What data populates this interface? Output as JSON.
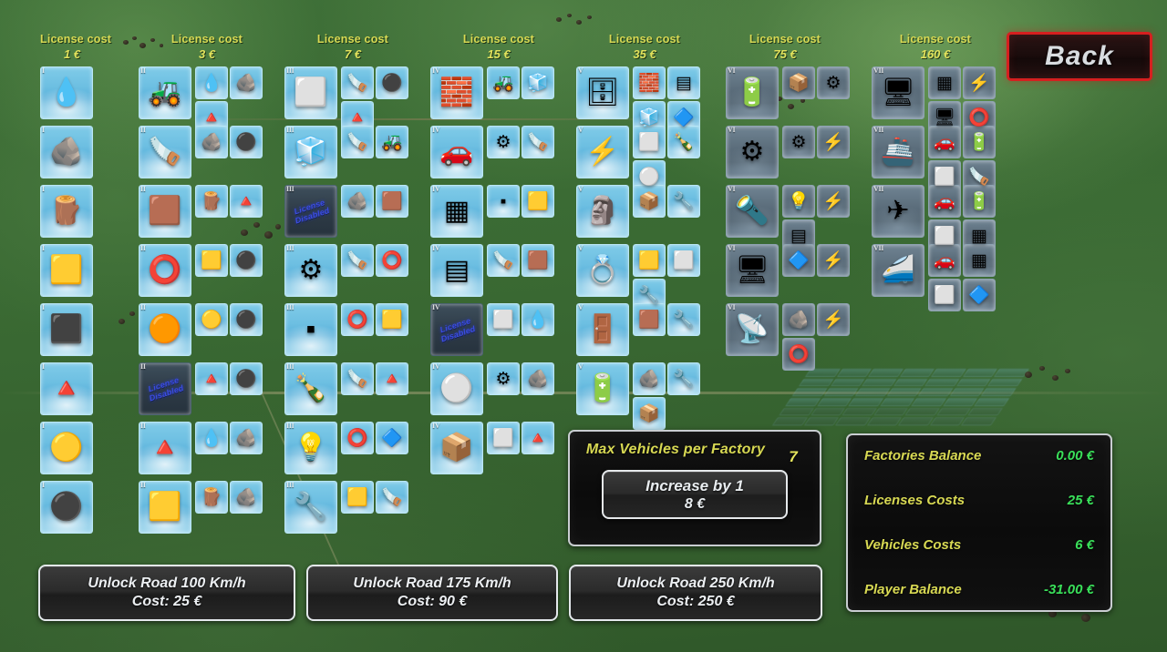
{
  "back_button": {
    "label": "Back"
  },
  "columns": [
    {
      "license_label": "License cost",
      "license_cost": "1 €",
      "tier": "I",
      "rows": [
        {
          "item": "water-drop",
          "glyph": "💧",
          "locked": false,
          "dark": false,
          "ingredients": []
        },
        {
          "item": "clay-lump",
          "glyph": "🪨",
          "locked": false,
          "dark": false,
          "ingredients": []
        },
        {
          "item": "wood-log",
          "glyph": "🪵",
          "locked": false,
          "dark": false,
          "ingredients": []
        },
        {
          "item": "copper-ingot",
          "glyph": "🟨",
          "locked": false,
          "dark": false,
          "ingredients": []
        },
        {
          "item": "iron-ingot",
          "glyph": "⬛",
          "locked": false,
          "dark": false,
          "ingredients": []
        },
        {
          "item": "sand-pile",
          "glyph": "🔺",
          "locked": false,
          "dark": false,
          "ingredients": []
        },
        {
          "item": "gold-bar",
          "glyph": "🟡",
          "locked": false,
          "dark": false,
          "ingredients": []
        },
        {
          "item": "coal-lump",
          "glyph": "⚫",
          "locked": false,
          "dark": false,
          "ingredients": []
        }
      ]
    },
    {
      "license_label": "License cost",
      "license_cost": "3 €",
      "tier": "II",
      "rows": [
        {
          "item": "concrete-mixer",
          "glyph": "🚜",
          "locked": false,
          "dark": false,
          "ingredients": [
            {
              "item": "water-drop",
              "glyph": "💧"
            },
            {
              "item": "clay-lump",
              "glyph": "🪨"
            },
            {
              "item": "sand-pile",
              "glyph": "🔺"
            }
          ]
        },
        {
          "item": "steel-bars",
          "glyph": "🪚",
          "locked": false,
          "dark": false,
          "ingredients": [
            {
              "item": "iron-ore",
              "glyph": "🪨"
            },
            {
              "item": "coal-lump",
              "glyph": "⚫"
            }
          ]
        },
        {
          "item": "wood-plank",
          "glyph": "🟫",
          "locked": false,
          "dark": false,
          "ingredients": [
            {
              "item": "wood-log",
              "glyph": "🪵"
            },
            {
              "item": "sand-pile",
              "glyph": "🔺"
            }
          ]
        },
        {
          "item": "rubber-tube",
          "glyph": "⭕",
          "locked": false,
          "dark": false,
          "ingredients": [
            {
              "item": "copper-ingot",
              "glyph": "🟨"
            },
            {
              "item": "coal-lump",
              "glyph": "⚫"
            }
          ]
        },
        {
          "item": "copper-wire",
          "glyph": "🟠",
          "locked": false,
          "dark": false,
          "ingredients": [
            {
              "item": "gold-bar",
              "glyph": "🟡"
            },
            {
              "item": "coal-lump",
              "glyph": "⚫"
            }
          ]
        },
        {
          "item": "locked-item",
          "glyph": "",
          "locked": true,
          "dark": false,
          "lock_text": "License Disabled",
          "ingredients": [
            {
              "item": "sand-pile",
              "glyph": "🔺"
            },
            {
              "item": "coal-lump",
              "glyph": "⚫"
            }
          ]
        },
        {
          "item": "clay-mound",
          "glyph": "🔺",
          "locked": false,
          "dark": false,
          "ingredients": [
            {
              "item": "water-drop",
              "glyph": "💧"
            },
            {
              "item": "clay-lump",
              "glyph": "🪨"
            }
          ]
        },
        {
          "item": "gold-rod",
          "glyph": "🟨",
          "locked": false,
          "dark": false,
          "ingredients": [
            {
              "item": "wood-log",
              "glyph": "🪵"
            },
            {
              "item": "clay-lump",
              "glyph": "🪨"
            }
          ]
        }
      ]
    },
    {
      "license_label": "License cost",
      "license_cost": "7 €",
      "tier": "III",
      "rows": [
        {
          "item": "washing-machine",
          "glyph": "⬜",
          "locked": false,
          "dark": false,
          "ingredients": [
            {
              "item": "steel-bars",
              "glyph": "🪚"
            },
            {
              "item": "coal-lump",
              "glyph": "⚫"
            },
            {
              "item": "clay-mound",
              "glyph": "🔺"
            }
          ]
        },
        {
          "item": "refrigerator",
          "glyph": "🧊",
          "locked": false,
          "dark": false,
          "ingredients": [
            {
              "item": "steel-bars",
              "glyph": "🪚"
            },
            {
              "item": "concrete-mixer",
              "glyph": "🚜"
            }
          ]
        },
        {
          "item": "locked-item",
          "glyph": "",
          "locked": true,
          "dark": false,
          "lock_text": "License Disabled",
          "ingredients": [
            {
              "item": "iron-ore",
              "glyph": "🪨"
            },
            {
              "item": "wood-plank",
              "glyph": "🟫"
            }
          ]
        },
        {
          "item": "engine",
          "glyph": "⚙",
          "locked": false,
          "dark": false,
          "ingredients": [
            {
              "item": "steel-bars",
              "glyph": "🪚"
            },
            {
              "item": "rubber-tube",
              "glyph": "⭕"
            }
          ]
        },
        {
          "item": "microchip",
          "glyph": "▪",
          "locked": false,
          "dark": false,
          "ingredients": [
            {
              "item": "rubber-tube",
              "glyph": "⭕"
            },
            {
              "item": "copper-ingot",
              "glyph": "🟨"
            }
          ]
        },
        {
          "item": "glass-bottle",
          "glyph": "🍾",
          "locked": false,
          "dark": false,
          "ingredients": [
            {
              "item": "steel-bars",
              "glyph": "🪚"
            },
            {
              "item": "clay-mound",
              "glyph": "🔺"
            }
          ]
        },
        {
          "item": "light-bulb",
          "glyph": "💡",
          "locked": false,
          "dark": false,
          "ingredients": [
            {
              "item": "copper-wire",
              "glyph": "⭕"
            },
            {
              "item": "glass-sheet",
              "glyph": "🔷"
            }
          ]
        },
        {
          "item": "wrench",
          "glyph": "🔧",
          "locked": false,
          "dark": false,
          "ingredients": [
            {
              "item": "gold-rod",
              "glyph": "🟨"
            },
            {
              "item": "steel-bars",
              "glyph": "🪚"
            }
          ]
        }
      ]
    },
    {
      "license_label": "License cost",
      "license_cost": "15 €",
      "tier": "IV",
      "rows": [
        {
          "item": "brick-wall",
          "glyph": "🧱",
          "locked": false,
          "dark": false,
          "ingredients": [
            {
              "item": "concrete-mixer",
              "glyph": "🚜"
            },
            {
              "item": "refrigerator",
              "glyph": "🧊"
            }
          ]
        },
        {
          "item": "sports-car",
          "glyph": "🚗",
          "locked": false,
          "dark": false,
          "ingredients": [
            {
              "item": "engine",
              "glyph": "⚙"
            },
            {
              "item": "steel-bars",
              "glyph": "🪚"
            }
          ]
        },
        {
          "item": "circuit-board",
          "glyph": "▦",
          "locked": false,
          "dark": false,
          "ingredients": [
            {
              "item": "microchip",
              "glyph": "▪"
            },
            {
              "item": "copper-ingot",
              "glyph": "🟨"
            }
          ]
        },
        {
          "item": "solar-panel",
          "glyph": "▤",
          "locked": false,
          "dark": false,
          "ingredients": [
            {
              "item": "steel-bars",
              "glyph": "🪚"
            },
            {
              "item": "wood-plank",
              "glyph": "🟫"
            }
          ]
        },
        {
          "item": "locked-item",
          "glyph": "",
          "locked": true,
          "dark": false,
          "lock_text": "License Disabled",
          "ingredients": [
            {
              "item": "washing-machine",
              "glyph": "⬜"
            },
            {
              "item": "water-drop",
              "glyph": "💧"
            }
          ]
        },
        {
          "item": "turbine-wheel",
          "glyph": "⚪",
          "locked": false,
          "dark": false,
          "ingredients": [
            {
              "item": "engine",
              "glyph": "⚙"
            },
            {
              "item": "iron-ore",
              "glyph": "🪨"
            }
          ]
        },
        {
          "item": "cardboard-box",
          "glyph": "📦",
          "locked": false,
          "dark": false,
          "ingredients": [
            {
              "item": "washing-machine",
              "glyph": "⬜"
            },
            {
              "item": "clay-mound",
              "glyph": "🔺"
            }
          ]
        }
      ]
    },
    {
      "license_label": "License cost",
      "license_cost": "35 €",
      "tier": "V",
      "rows": [
        {
          "item": "server-rack",
          "glyph": "🗄",
          "locked": false,
          "dark": false,
          "ingredients": [
            {
              "item": "brick-wall",
              "glyph": "🧱"
            },
            {
              "item": "solar-panel",
              "glyph": "▤"
            },
            {
              "item": "refrigerator",
              "glyph": "🧊"
            },
            {
              "item": "glass-sheet",
              "glyph": "🔷"
            }
          ]
        },
        {
          "item": "high-voltage-sign",
          "glyph": "⚡",
          "locked": false,
          "dark": false,
          "ingredients": [
            {
              "item": "washing-machine",
              "glyph": "⬜"
            },
            {
              "item": "glass-bottle",
              "glyph": "🍾"
            },
            {
              "item": "turbine-wheel",
              "glyph": "⚪"
            }
          ]
        },
        {
          "item": "marble-bust",
          "glyph": "🗿",
          "locked": false,
          "dark": false,
          "ingredients": [
            {
              "item": "cardboard-box",
              "glyph": "📦"
            },
            {
              "item": "wrench",
              "glyph": "🔧"
            }
          ]
        },
        {
          "item": "gold-ring",
          "glyph": "💍",
          "locked": false,
          "dark": false,
          "ingredients": [
            {
              "item": "copper-ingot",
              "glyph": "🟨"
            },
            {
              "item": "washing-machine",
              "glyph": "⬜"
            },
            {
              "item": "wrench",
              "glyph": "🔧"
            }
          ]
        },
        {
          "item": "wardrobe",
          "glyph": "🚪",
          "locked": false,
          "dark": false,
          "ingredients": [
            {
              "item": "wood-plank",
              "glyph": "🟫"
            },
            {
              "item": "wrench",
              "glyph": "🔧"
            }
          ]
        },
        {
          "item": "circuit-module",
          "glyph": "🔋",
          "locked": false,
          "dark": false,
          "ingredients": [
            {
              "item": "clay-lump",
              "glyph": "🪨"
            },
            {
              "item": "wrench",
              "glyph": "🔧"
            },
            {
              "item": "cardboard-box",
              "glyph": "📦"
            }
          ]
        }
      ]
    },
    {
      "license_label": "License cost",
      "license_cost": "75 €",
      "tier": "VI",
      "rows": [
        {
          "item": "battery",
          "glyph": "🔋",
          "locked": false,
          "dark": true,
          "ingredients": [
            {
              "item": "cardboard-box",
              "glyph": "📦"
            },
            {
              "item": "generator",
              "glyph": "⚙"
            }
          ]
        },
        {
          "item": "generator",
          "glyph": "⚙",
          "locked": false,
          "dark": true,
          "ingredients": [
            {
              "item": "engine",
              "glyph": "⚙"
            },
            {
              "item": "high-voltage-sign",
              "glyph": "⚡"
            }
          ]
        },
        {
          "item": "spotlight",
          "glyph": "🔦",
          "locked": false,
          "dark": true,
          "ingredients": [
            {
              "item": "light-bulb",
              "glyph": "💡"
            },
            {
              "item": "high-voltage-sign",
              "glyph": "⚡"
            },
            {
              "item": "solar-panel",
              "glyph": "▤"
            }
          ]
        },
        {
          "item": "monitor",
          "glyph": "🖥",
          "locked": false,
          "dark": true,
          "ingredients": [
            {
              "item": "glass-sheet",
              "glyph": "🔷"
            },
            {
              "item": "high-voltage-sign",
              "glyph": "⚡"
            }
          ]
        },
        {
          "item": "satellite-dish",
          "glyph": "📡",
          "locked": false,
          "dark": true,
          "ingredients": [
            {
              "item": "iron-ore",
              "glyph": "🪨"
            },
            {
              "item": "high-voltage-sign",
              "glyph": "⚡"
            },
            {
              "item": "copper-wire",
              "glyph": "⭕"
            }
          ]
        }
      ]
    },
    {
      "license_label": "License cost",
      "license_cost": "160 €",
      "tier": "VII",
      "rows": [
        {
          "item": "desktop-computer",
          "glyph": "🖥",
          "locked": false,
          "dark": true,
          "ingredients": [
            {
              "item": "circuit-board",
              "glyph": "▦"
            },
            {
              "item": "high-voltage-sign",
              "glyph": "⚡"
            },
            {
              "item": "monitor",
              "glyph": "🖥"
            },
            {
              "item": "rubber-tube",
              "glyph": "⭕"
            }
          ]
        },
        {
          "item": "cruise-ship",
          "glyph": "🚢",
          "locked": false,
          "dark": true,
          "ingredients": [
            {
              "item": "sports-car",
              "glyph": "🚗"
            },
            {
              "item": "battery",
              "glyph": "🔋"
            },
            {
              "item": "container",
              "glyph": "⬜"
            },
            {
              "item": "steel-bars",
              "glyph": "🪚"
            }
          ]
        },
        {
          "item": "airplane",
          "glyph": "✈",
          "locked": false,
          "dark": true,
          "ingredients": [
            {
              "item": "sports-car",
              "glyph": "🚗"
            },
            {
              "item": "battery",
              "glyph": "🔋"
            },
            {
              "item": "container",
              "glyph": "⬜"
            },
            {
              "item": "circuit-board",
              "glyph": "▦"
            }
          ]
        },
        {
          "item": "high-speed-train",
          "glyph": "🚄",
          "locked": false,
          "dark": true,
          "ingredients": [
            {
              "item": "sports-car",
              "glyph": "🚗"
            },
            {
              "item": "circuit-board",
              "glyph": "▦"
            },
            {
              "item": "container",
              "glyph": "⬜"
            },
            {
              "item": "glass-sheet",
              "glyph": "🔷"
            }
          ]
        }
      ]
    }
  ],
  "max_vehicles": {
    "title": "Max Vehicles per Factory",
    "value": "7",
    "button_line1": "Increase by 1",
    "button_line2": "8 €"
  },
  "balance": {
    "rows": [
      {
        "label": "Factories Balance",
        "value": "0.00 €"
      },
      {
        "label": "Licenses Costs",
        "value": "25 €"
      },
      {
        "label": "Vehicles Costs",
        "value": "6 €"
      },
      {
        "label": "Player Balance",
        "value": "-31.00 €"
      }
    ]
  },
  "road_buttons": [
    {
      "line1": "Unlock Road 100 Km/h",
      "line2": "Cost: 25 €"
    },
    {
      "line1": "Unlock Road 175 Km/h",
      "line2": "Cost: 90 €"
    },
    {
      "line1": "Unlock Road 250 Km/h",
      "line2": "Cost: 250 €"
    }
  ],
  "colors": {
    "label_yellow": "#d8d953",
    "value_green": "#3ae05a",
    "back_red": "#d61f1f",
    "tile_blue": "#6dbfe2",
    "lock_blue": "#3b4de0"
  }
}
